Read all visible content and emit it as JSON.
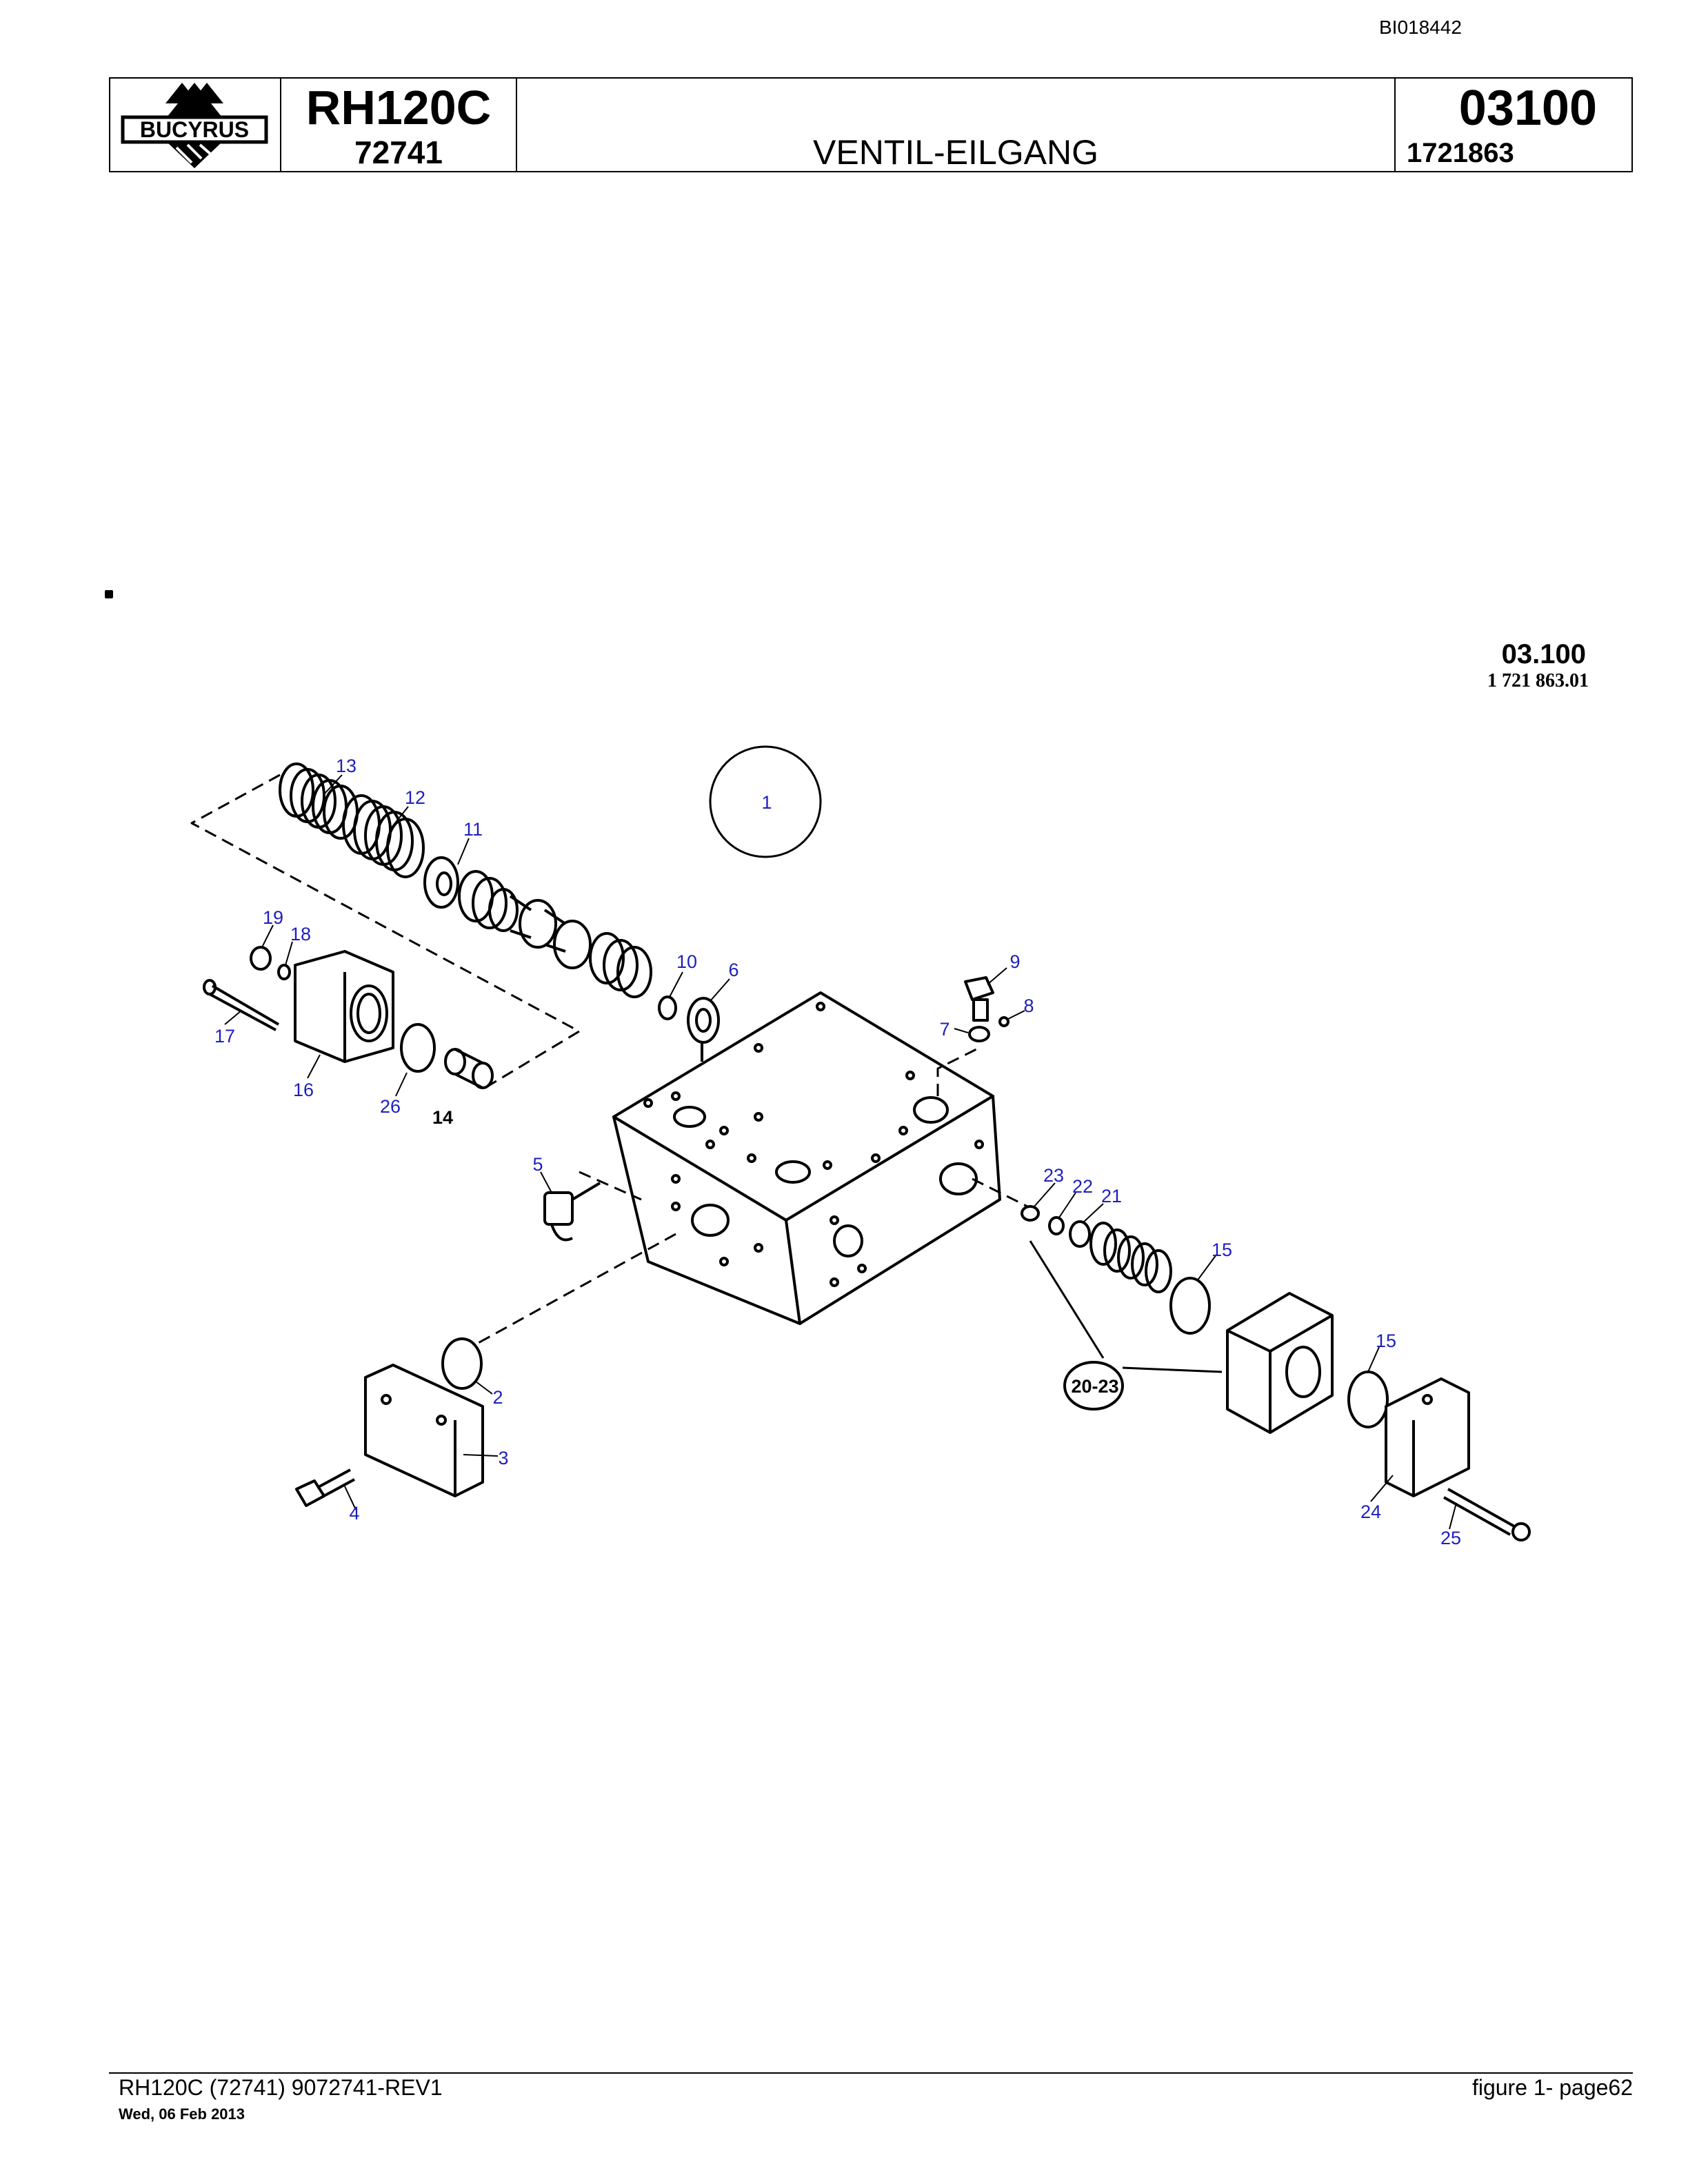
{
  "document": {
    "doc_id": "BI018442",
    "brand": "BUCYRUS",
    "model": "RH120C",
    "serial": "72741",
    "title": "VENTIL-EILGANG",
    "section_number": "03100",
    "part_number": "1721863"
  },
  "drawing": {
    "ref_number": "03.100",
    "ref_code": "1 721 863.01",
    "callouts": {
      "c1": "1",
      "c2": "2",
      "c3": "3",
      "c4": "4",
      "c5": "5",
      "c6": "6",
      "c7": "7",
      "c8": "8",
      "c9": "9",
      "c10": "10",
      "c11": "11",
      "c12": "12",
      "c13": "13",
      "c14": "14",
      "c15a": "15",
      "c15b": "15",
      "c16": "16",
      "c17": "17",
      "c18": "18",
      "c19": "19",
      "c20_23": "20-23",
      "c21": "21",
      "c22": "22",
      "c23": "23",
      "c24": "24",
      "c25": "25",
      "c26": "26"
    }
  },
  "footer": {
    "left": "RH120C (72741) 9072741-REV1",
    "date": "Wed, 06 Feb 2013",
    "right": "figure  1- page62"
  }
}
